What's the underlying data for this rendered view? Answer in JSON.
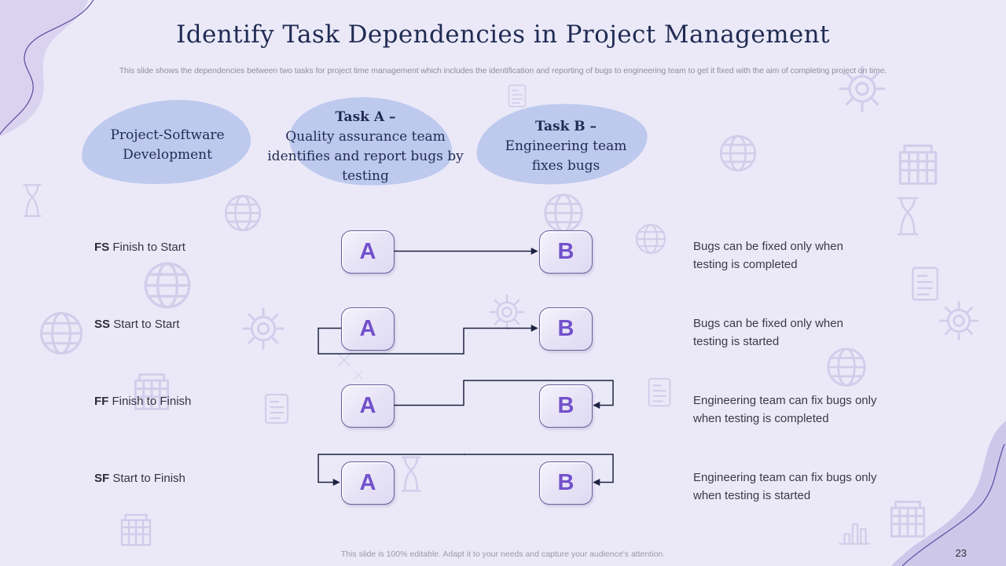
{
  "slide": {
    "title": "Identify Task Dependencies in Project Management",
    "subtitle": "This slide shows the dependencies between two tasks for project time management which includes the identification and reporting of bugs to engineering team to get it fixed with the aim of completing project on time.",
    "footer_note": "This slide is 100% editable. Adapt it to your needs and capture your audience's attention.",
    "page_number": "23"
  },
  "header_bubbles": [
    {
      "title": "",
      "body": "Project-Software Development"
    },
    {
      "title": "Task A –",
      "body": "Quality assurance team identifies and report bugs by testing"
    },
    {
      "title": "Task B –",
      "body": "Engineering team fixes bugs"
    }
  ],
  "dependency_rows": [
    {
      "code": "FS",
      "name": "Finish to Start",
      "node_a": "A",
      "node_b": "B",
      "description": "Bugs can be fixed only when testing is completed"
    },
    {
      "code": "SS",
      "name": "Start to Start",
      "node_a": "A",
      "node_b": "B",
      "description": "Bugs can be fixed only when testing is started"
    },
    {
      "code": "FF",
      "name": "Finish to Finish",
      "node_a": "A",
      "node_b": "B",
      "description": "Engineering team can fix bugs only when testing is completed"
    },
    {
      "code": "SF",
      "name": "Start to Finish",
      "node_a": "A",
      "node_b": "B",
      "description": "Engineering team can fix bugs only when testing is started"
    }
  ],
  "decorative_icons": [
    "gear-icon",
    "globe-icon",
    "hourglass-icon",
    "document-icon",
    "building-icon",
    "bar-chart-icon",
    "sparkle-icon"
  ],
  "colors": {
    "background": "#ebe9f8",
    "title_text": "#1f2b52",
    "bubble_fill": "#bec9ee",
    "node_fill": "#e7e3f7",
    "node_letter": "#7251cb",
    "connector": "#1c2340",
    "body_text": "#3a3a44",
    "muted_text": "#9b98a6",
    "corner_blob_topleft": "#d9d3f0",
    "corner_blob_bottomright": "#cdc7ea",
    "blob_outline": "#5c4a9e"
  }
}
